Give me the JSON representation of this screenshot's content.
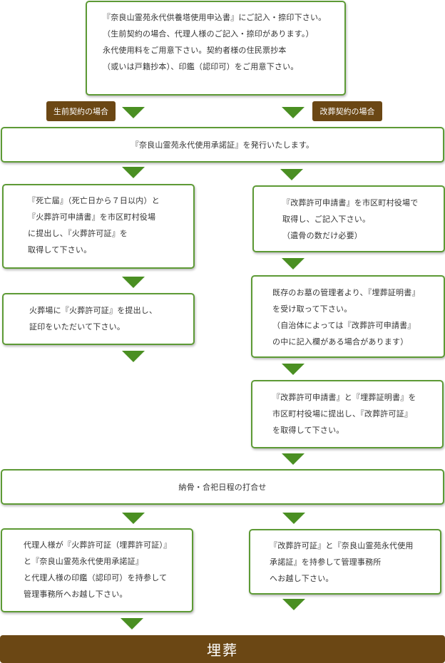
{
  "steps": {
    "application": [
      "『奈良山霊苑永代供養塔使用申込書』にご記入・捺印下さい。",
      "（生前契約の場合、代理人様のご記入・捺印があります。）",
      "永代使用料をご用意下さい。契約者様の住民票抄本",
      "（或いは戸籍抄本）、印鑑（認印可）をご用意下さい。"
    ],
    "certificate": "『奈良山霊苑永代使用承諾証』を発行いたします。",
    "left_death_notice": [
      "『死亡届』（死亡日から７日以内）と",
      "『火葬許可申請書』を市区町村役場",
      "に提出し、『火葬許可証』を",
      "取得して下さい。"
    ],
    "left_crematorium": [
      "火葬場に『火葬許可証』を提出し、",
      "証印をいただいて下さい。"
    ],
    "right_reburial_application": [
      "『改葬許可申請書』を市区町村役場で",
      "取得し、ご記入下さい。",
      "（遺骨の数だけ必要）"
    ],
    "right_burial_certificate": [
      "既存のお墓の管理者より、『埋葬証明書』",
      "を受け取って下さい。",
      "（自治体によっては『改葬許可申請書』",
      "の中に記入欄がある場合があります）"
    ],
    "right_reburial_permit": [
      "『改葬許可申請書』と『埋葬証明書』を",
      "市区町村役場に提出し、『改葬許可証』",
      "を取得して下さい。"
    ],
    "schedule": "納骨・合祀日程の打合せ",
    "left_visit_office": [
      "代理人様が『火葬許可証（埋葬許可証）』",
      "と『奈良山霊苑永代使用承諾証』",
      "と代理人様の印鑑（認印可）を持参して",
      "管理事務所へお越し下さい。"
    ],
    "right_visit_office": [
      "『改葬許可証』と『奈良山霊苑永代使用",
      "承諾証』を持参して管理事務所",
      "へお越し下さい。"
    ],
    "final": "埋葬"
  },
  "labels": {
    "pre_contract": "生前契約の場合",
    "reburial_contract": "改葬契約の場合"
  },
  "colors": {
    "border_green": "#5d9a35",
    "arrow_green": "#4a8f22",
    "tag_brown": "#6b4714"
  },
  "icons": {
    "arrow": "down-triangle"
  }
}
